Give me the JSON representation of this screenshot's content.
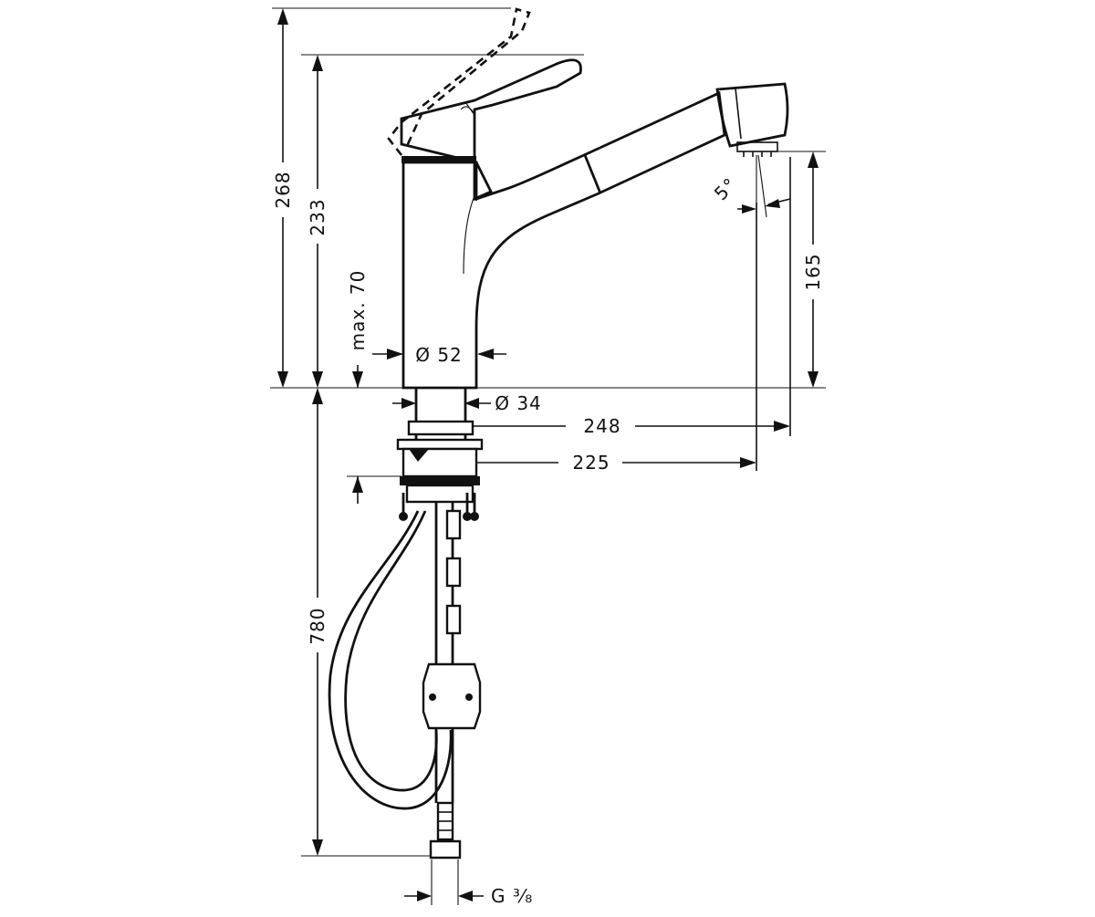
{
  "drawing": {
    "dimensions": {
      "total_height": "268",
      "spout_height": "233",
      "max_deck_thickness": "max. 70",
      "body_diameter": "Ø 52",
      "shank_diameter": "Ø 34",
      "aerator_height": "165",
      "swivel_angle": "5°",
      "reach_outer": "248",
      "reach_inner": "225",
      "hose_length": "780",
      "connection_thread": "G ³⁄₈"
    }
  }
}
